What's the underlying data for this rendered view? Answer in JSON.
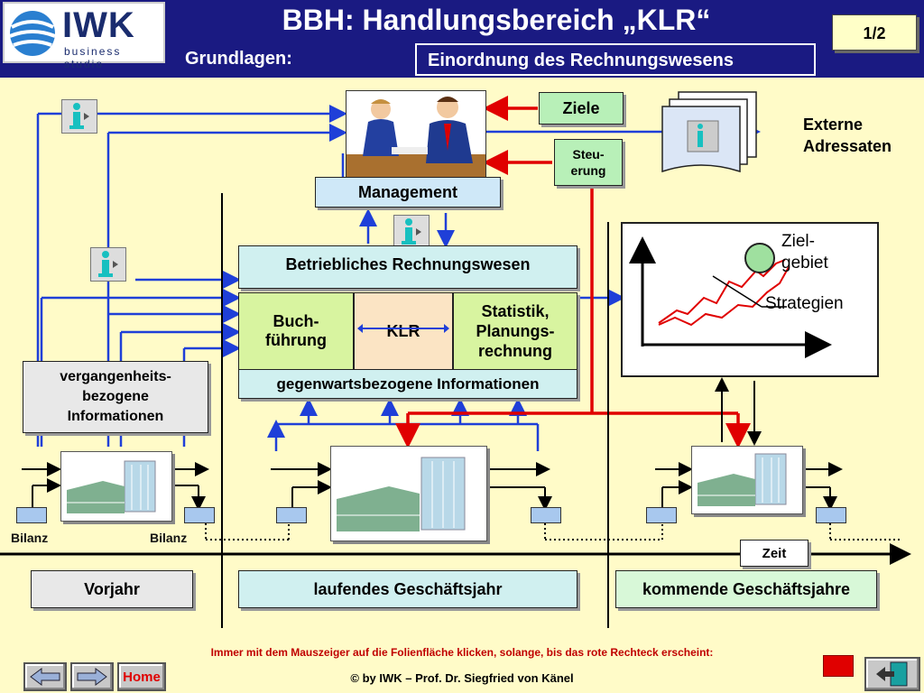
{
  "header": {
    "logo_text": "IWK",
    "logo_sub": "business studio",
    "title": "BBH: Handlungsbereich „KLR“",
    "subtitle": "Grundlagen:",
    "section": "Einordnung des Rechnungswesens",
    "page": "1/2"
  },
  "diagram": {
    "management": "Management",
    "ziele": "Ziele",
    "steuerung": "Steu-\nerung",
    "externe": "Externe\nAdressaten",
    "brw": "Betriebliches Rechnungswesen",
    "buchfuehrung": "Buch-\nführung",
    "klr": "KLR",
    "statistik": "Statistik,\nPlanungs-\nrechnung",
    "gegenwart": "gegenwartsbezogene Informationen",
    "vergangenheit": "vergangenheits-\nbezogene\nInformationen",
    "chart_zielgebiet": "Ziel-\ngebiet",
    "chart_strategien": "Strategien",
    "bilanz_left": "Bilanz",
    "bilanz_right": "Bilanz",
    "zeit": "Zeit",
    "vorjahr": "Vorjahr",
    "laufendes": "laufendes Geschäftsjahr",
    "kommende": "kommende Geschäftsjahre"
  },
  "footer": {
    "note": "Immer mit dem Mauszeiger auf die Folienfläche klicken, solange, bis das rote Rechteck erscheint:",
    "copyright": "© by IWK – Prof. Dr. Siegfried von Känel",
    "home": "Home"
  },
  "colors": {
    "header_bg": "#1a1a82",
    "background": "#fffbc8",
    "arrow_blue": "#1f3fd8",
    "arrow_red": "#e00000",
    "box_cyan": "#d0f0f0",
    "box_green": "#d8f4a0",
    "box_peach": "#fbe4c4"
  }
}
